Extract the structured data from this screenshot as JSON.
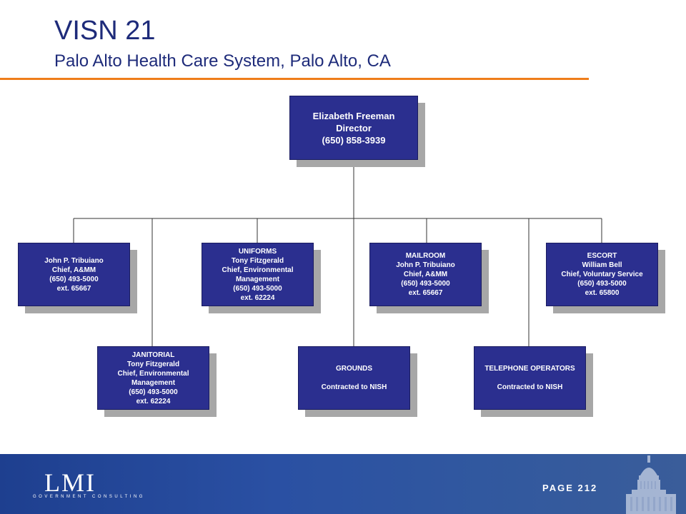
{
  "header": {
    "title": "VISN 21",
    "subtitle": "Palo Alto Health Care System, Palo Alto, CA"
  },
  "org": {
    "director": {
      "lines": [
        "Elizabeth Freeman",
        "Director",
        "(650) 858-3939"
      ]
    },
    "row1": [
      {
        "lines": [
          "John P. Tribuiano",
          "Chief, A&MM",
          "(650) 493-5000",
          "ext. 65667"
        ]
      },
      {
        "lines": [
          "UNIFORMS",
          "Tony Fitzgerald",
          "Chief, Environmental",
          "Management",
          "(650) 493-5000",
          "ext. 62224"
        ]
      },
      {
        "lines": [
          "MAILROOM",
          "John P. Tribuiano",
          "Chief, A&MM",
          "(650) 493-5000",
          "ext. 65667"
        ]
      },
      {
        "lines": [
          "ESCORT",
          "William Bell",
          "Chief, Voluntary Service",
          "(650) 493-5000",
          "ext. 65800"
        ]
      }
    ],
    "row2": [
      {
        "lines": [
          "JANITORIAL",
          "Tony Fitzgerald",
          "Chief, Environmental",
          "Management",
          "(650) 493-5000",
          "ext. 62224"
        ]
      },
      {
        "heading": "GROUNDS",
        "note": "Contracted to NISH"
      },
      {
        "heading": "TELEPHONE OPERATORS",
        "note": "Contracted to NISH"
      }
    ]
  },
  "footer": {
    "logo": "LMI",
    "logo_tagline": "GOVERNMENT CONSULTING",
    "page_label": "PAGE 212",
    "colors": {
      "accent_rule": "#ef7d1a",
      "box_fill": "#2b2f8f",
      "footer_bg": "#2a50a3"
    }
  }
}
